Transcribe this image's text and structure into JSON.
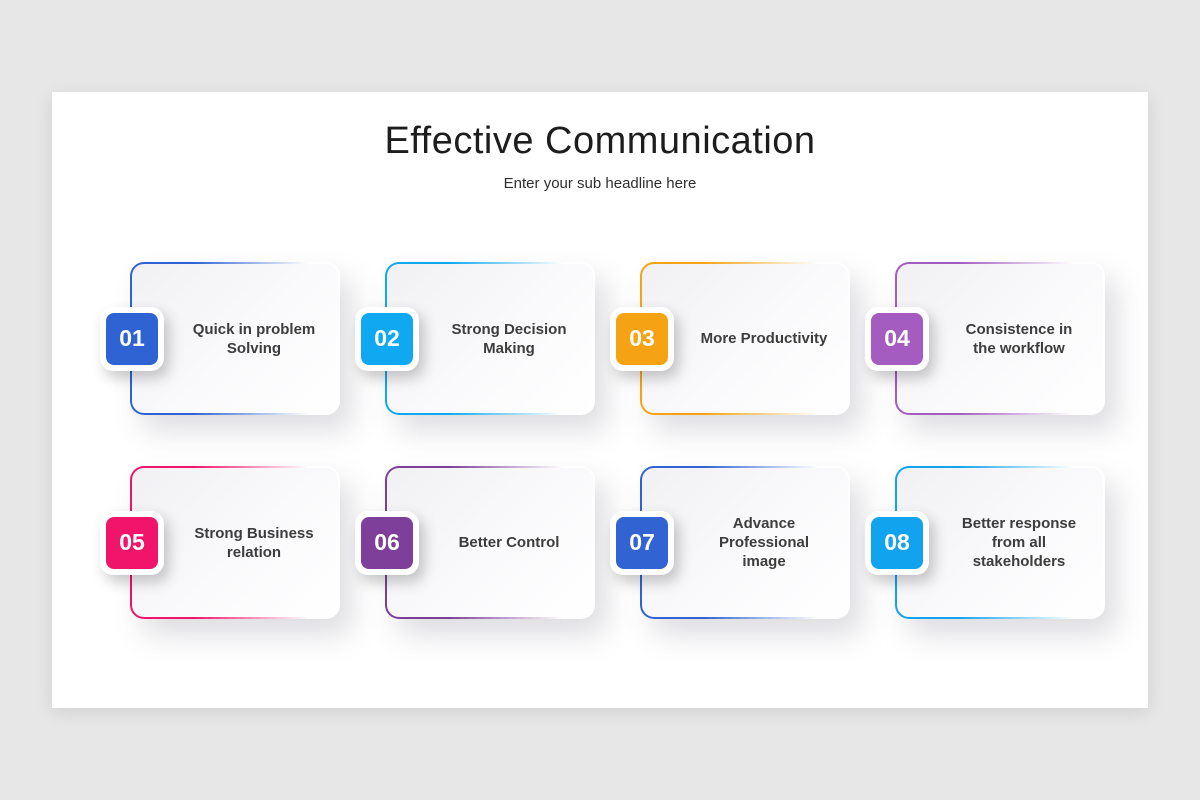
{
  "slide": {
    "title": "Effective Communication",
    "subtitle": "Enter your sub headline here"
  },
  "cards": [
    {
      "number": "01",
      "text": "Quick in problem\nSolving",
      "color": "#2f63d4"
    },
    {
      "number": "02",
      "text": "Strong Decision\nMaking",
      "color": "#10a8f0"
    },
    {
      "number": "03",
      "text": "More Productivity",
      "color": "#f6a313"
    },
    {
      "number": "04",
      "text": "Consistence in\nthe workflow",
      "color": "#a45cc0"
    },
    {
      "number": "05",
      "text": "Strong Business\nrelation",
      "color": "#f0146b"
    },
    {
      "number": "06",
      "text": "Better Control",
      "color": "#7d3f99"
    },
    {
      "number": "07",
      "text": "Advance\nProfessional\nimage",
      "color": "#3263d3"
    },
    {
      "number": "08",
      "text": "Better response\nfrom all\nstakeholders",
      "color": "#12a3ee"
    }
  ],
  "colors": {
    "page_background": "#e8e7e8",
    "slide_background": "#ffffff",
    "title_text": "#1d1d1d",
    "card_text": "#3d3d3d"
  }
}
